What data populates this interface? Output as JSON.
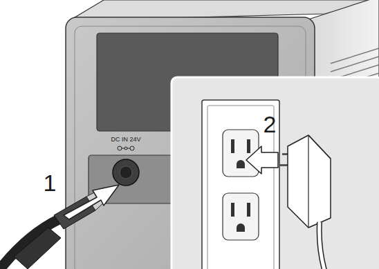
{
  "diagram": {
    "labels": [
      "DC IN 24V",
      "1",
      "2"
    ]
  }
}
